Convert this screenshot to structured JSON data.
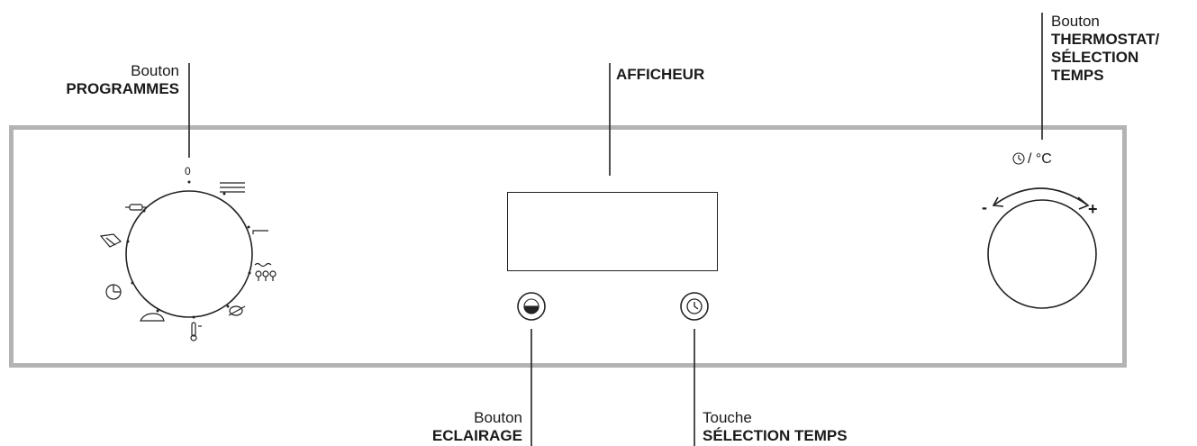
{
  "programmes": {
    "line1": "Bouton",
    "line2": "PROGRAMMES",
    "zero_mark": "0"
  },
  "afficheur": {
    "label": "AFFICHEUR"
  },
  "thermostat": {
    "line1": "Bouton",
    "line2": "THERMOSTAT/",
    "line3": "SÉLECTION",
    "line4": "TEMPS",
    "symbol": "/ °C",
    "minus": "-",
    "plus": "+"
  },
  "eclairage": {
    "line1": "Bouton",
    "line2": "ECLAIRAGE"
  },
  "selection_temps": {
    "line1": "Touche",
    "line2": "SÉLECTION TEMPS"
  },
  "colors": {
    "panel_border": "#b3b3b3",
    "ink": "#1a1a1a"
  },
  "icons": [
    "grill-icon",
    "top-heat-icon",
    "rotisserie-icon",
    "fan-grill-icon",
    "probe-icon",
    "bread-icon",
    "pizza-icon",
    "defrost-icon",
    "rolling-pin-icon",
    "clock-icon",
    "light-icon"
  ]
}
